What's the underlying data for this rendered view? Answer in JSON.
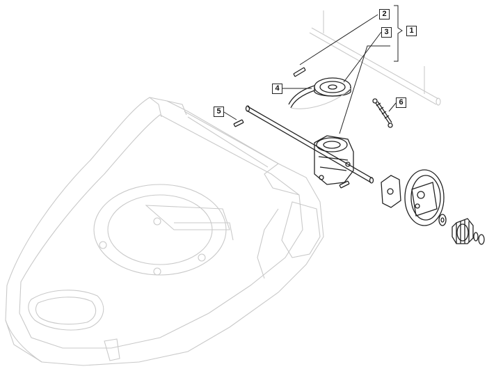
{
  "callouts": [
    {
      "id": "1",
      "label": "1"
    },
    {
      "id": "2",
      "label": "2"
    },
    {
      "id": "3",
      "label": "3"
    },
    {
      "id": "4",
      "label": "4"
    },
    {
      "id": "5",
      "label": "5"
    },
    {
      "id": "6",
      "label": "6"
    }
  ],
  "colors": {
    "line": "#222222",
    "faint": "#c9c9c9",
    "background": "#ffffff"
  }
}
